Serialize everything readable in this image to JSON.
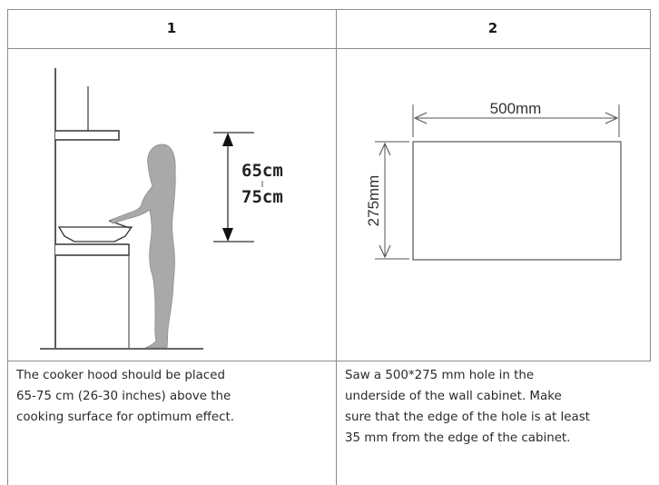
{
  "columns": [
    {
      "header": "1",
      "figure": {
        "label_top": "65cm",
        "label_bottom": "75cm"
      },
      "caption": [
        "The cooker hood should be placed",
        "65-75 cm (26-30 inches) above the",
        "cooking surface for optimum effect."
      ]
    },
    {
      "header": "2",
      "figure": {
        "width_label": "500mm",
        "height_label": "275mm"
      },
      "caption": [
        "Saw a 500*275 mm hole in the",
        "underside of the wall cabinet. Make",
        "sure that the edge of the hole is at least",
        "35 mm from the edge of the cabinet."
      ]
    }
  ],
  "colors": {
    "grid": "#8c8c8c",
    "silhouette": "#a9a9a9",
    "line": "#333333"
  }
}
